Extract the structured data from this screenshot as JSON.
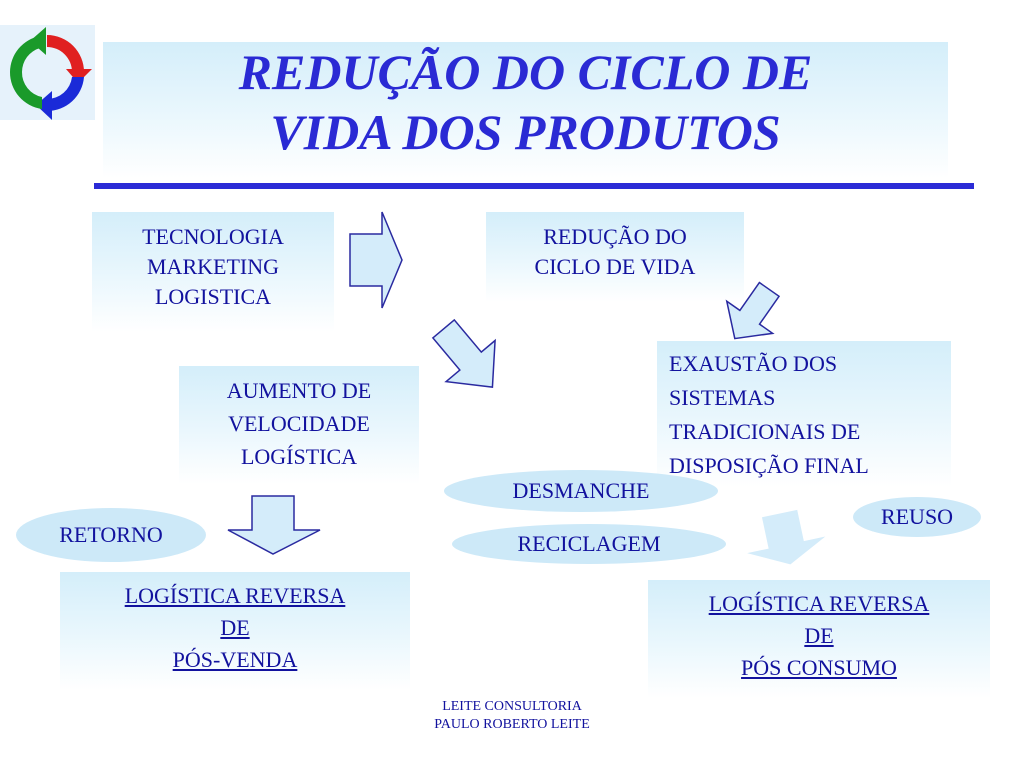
{
  "title": {
    "line1": "REDUÇÃO DO CICLO DE",
    "line2": "VIDA DOS PRODUTOS"
  },
  "boxes": {
    "drivers": [
      "TECNOLOGIA",
      "MARKETING",
      "LOGISTICA"
    ],
    "reduction": [
      "REDUÇÃO DO",
      "CICLO DE VIDA"
    ],
    "velocity": [
      "AUMENTO DE",
      "VELOCIDADE",
      "LOGÍSTICA"
    ],
    "exhaustion": [
      "EXAUSTÃO DOS",
      "SISTEMAS",
      "TRADICIONAIS DE",
      "DISPOSIÇÃO FINAL"
    ],
    "reverse_post_sale": [
      "LOGÍSTICA REVERSA",
      " DE",
      " PÓS-VENDA"
    ],
    "reverse_post_consumption": [
      "LOGÍSTICA REVERSA",
      " DE",
      "PÓS CONSUMO"
    ]
  },
  "ellipses": {
    "retorno": "RETORNO",
    "desmanche": "DESMANCHE",
    "reciclagem": "RECICLAGEM",
    "reuso": "REUSO"
  },
  "footer": {
    "line1": "LEITE CONSULTORIA",
    "line2": "PAULO ROBERTO LEITE"
  },
  "colors": {
    "text": "#12129e",
    "title": "#2a2ad4",
    "rule": "#2b2bd6",
    "box_gradient_top": "#d4eefa",
    "arrow_fill": "#d4ecfa",
    "arrow_stroke": "#2a2aa0",
    "logo_red": "#e02020",
    "logo_green": "#1a9a2a",
    "logo_blue": "#1a2ad8"
  }
}
